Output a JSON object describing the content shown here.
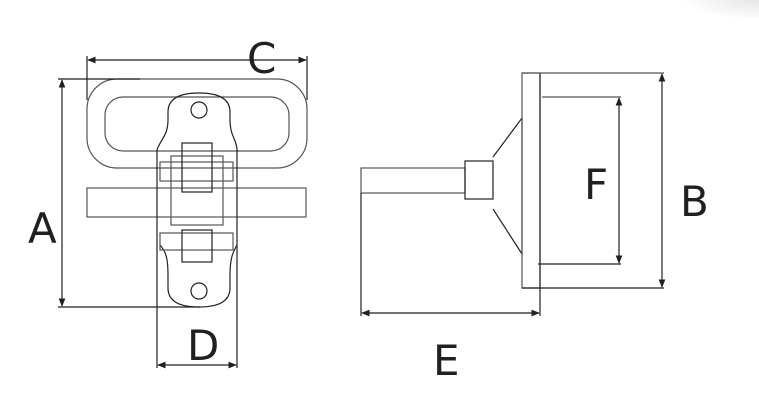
{
  "diagram": {
    "front_view": {
      "dimension_labels": {
        "height": "A",
        "width": "C",
        "plate_width": "D"
      }
    },
    "side_view": {
      "dimension_labels": {
        "plate_height": "B",
        "depth": "E",
        "inner_height": "F"
      }
    }
  }
}
